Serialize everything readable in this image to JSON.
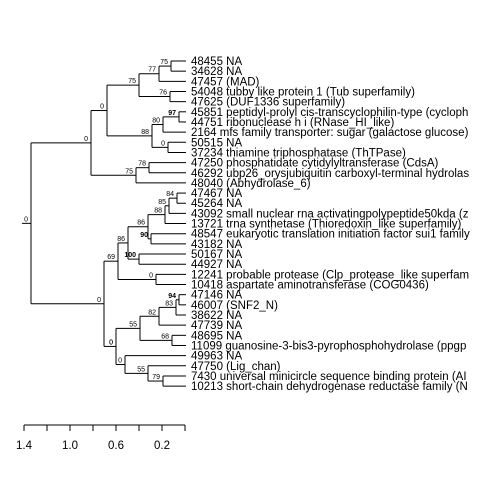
{
  "tree": {
    "leaves": [
      "48455 NA",
      "34628 NA",
      "47457 (MAD)",
      "54048 tubby like protein 1 (Tub superfamily)",
      "47625 (DUF1336 superfamily)",
      "45851 peptidyl-prolyl cis-transcyclophilin-type (cycloph",
      "44751 ribonuclease h i (RNase_HI_like)",
      "2164 mfs family transporter: sugar (galactose glucose)",
      "50515 NA",
      "37234 thiamine triphosphatase (ThTPase)",
      "47250 phosphatidate cytidylyltransferase (CdsA)",
      "46292 ubp26_orysjubiquitin carboxyl-terminal hydrolas",
      "48040 (Abhydrolase_6)",
      "47467 NA",
      "45264 NA",
      "43092 small nuclear rna activatingpolypeptide50kda (z",
      "13721 trna synthetase (Thioredoxin_like superfamily)",
      "48547 eukaryotic translation initiation factor sui1 family",
      "43182 NA",
      "50167 NA",
      "44927 NA",
      "12241 probable protease (Clp_protease_like superfam",
      "10418 aspartate aminotransferase (COG0436)",
      "47146 NA",
      "46007 (SNF2_N)",
      "38622 NA",
      "47739 NA",
      "48695 NA",
      "11099 guanosine-3-bis3-pyrophosphohydrolase (ppgp",
      "49963 NA",
      "47750 (Lig_chan)",
      "7430 universal minicircle sequence binding protein (AI",
      "10213 short-chain dehydrogenase reductase family (N"
    ],
    "support_values": [
      {
        "label": "75",
        "bold": false
      },
      {
        "label": "77",
        "bold": false
      },
      {
        "label": "76",
        "bold": false
      },
      {
        "label": "75",
        "bold": false
      },
      {
        "label": "97",
        "bold": true
      },
      {
        "label": "80",
        "bold": false
      },
      {
        "label": "0",
        "bold": false
      },
      {
        "label": "88",
        "bold": false
      },
      {
        "label": "0",
        "bold": false
      },
      {
        "label": "78",
        "bold": false
      },
      {
        "label": "75",
        "bold": false
      },
      {
        "label": "0",
        "bold": false
      },
      {
        "label": "84",
        "bold": false
      },
      {
        "label": "85",
        "bold": false
      },
      {
        "label": "88",
        "bold": false
      },
      {
        "label": "90",
        "bold": true
      },
      {
        "label": "86",
        "bold": false
      },
      {
        "label": "100",
        "bold": true
      },
      {
        "label": "86",
        "bold": false
      },
      {
        "label": "0",
        "bold": false
      },
      {
        "label": "69",
        "bold": false
      },
      {
        "label": "94",
        "bold": true
      },
      {
        "label": "83",
        "bold": false
      },
      {
        "label": "82",
        "bold": false
      },
      {
        "label": "68",
        "bold": false
      },
      {
        "label": "55",
        "bold": false
      },
      {
        "label": "0",
        "bold": false
      },
      {
        "label": "79",
        "bold": false
      },
      {
        "label": "55",
        "bold": false
      },
      {
        "label": "0",
        "bold": false
      },
      {
        "label": "0",
        "bold": false
      },
      {
        "label": "0",
        "bold": false
      }
    ],
    "axis_ticks": [
      "1.4",
      "1.0",
      "0.6",
      "0.2"
    ]
  }
}
